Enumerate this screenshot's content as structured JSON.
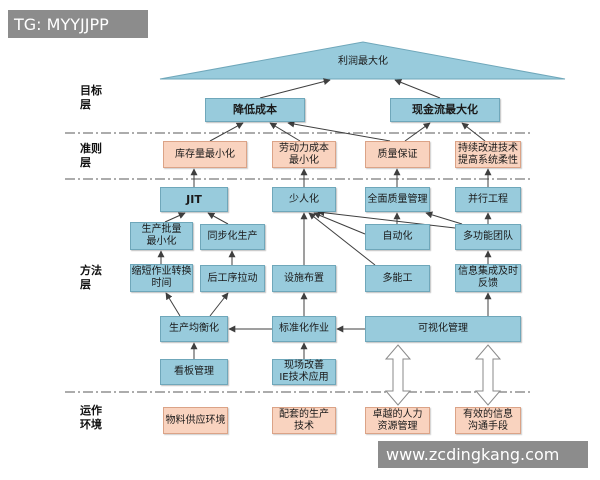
{
  "watermark_top": "TG: MYYJJPP",
  "watermark_bottom": "www.zcdingkang.com",
  "layers": {
    "goal": "目标\n层",
    "criteria": "准则\n层",
    "method": "方法\n层",
    "environment": "运作\n环境"
  },
  "goal": {
    "top": "利润最大化",
    "cost": "降低成本",
    "cashflow": "现金流最大化"
  },
  "criteria": {
    "inventory": "库存量最小化",
    "labor": "劳动力成本\n最小化",
    "quality": "质量保证",
    "improvement": "持续改进技术\n提高系统柔性"
  },
  "methods": {
    "jit": "JIT",
    "shojinka": "少人化",
    "tqm": "全面质量管理",
    "concurrent": "并行工程",
    "batch": "生产批量\n最小化",
    "sync": "同步化生产",
    "automation": "自动化",
    "team": "多功能团队",
    "changeover": "缩短作业转换\n时间",
    "pull": "后工序拉动",
    "facility": "设施布置",
    "multiskill": "多能工",
    "info": "信息集成及时\n反馈",
    "leveling": "生产均衡化",
    "standard": "标准化作业",
    "visual": "可视化管理",
    "kanban": "看板管理",
    "kaizen": "现场改善\nIE技术应用"
  },
  "environment": {
    "material": "物料供应环境",
    "tech": "配套的生产\n技术",
    "hr": "卓越的人力\n资源管理",
    "comm": "有效的信息\n沟通手段"
  },
  "colors": {
    "blue": "#98cbdc",
    "blue-border": "#6fa7ba",
    "peach": "#f9d3bf",
    "peach-border": "#dba387",
    "line": "#3f3f3f",
    "dash": "#7a7a7a",
    "wm": "#8c8c8c"
  }
}
